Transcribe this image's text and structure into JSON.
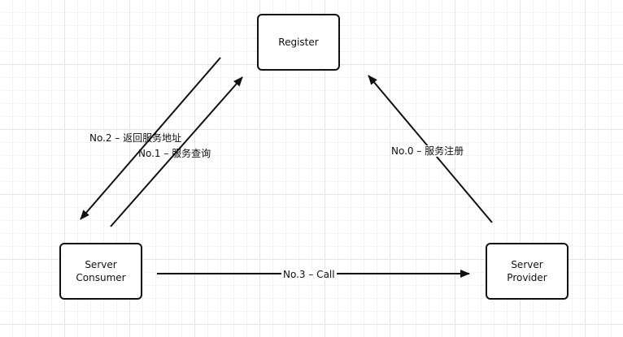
{
  "diagram": {
    "nodes": {
      "register": {
        "lines": [
          "Register"
        ]
      },
      "consumer": {
        "lines": [
          "Server",
          "Consumer"
        ]
      },
      "provider": {
        "lines": [
          "Server",
          "Provider"
        ]
      }
    },
    "edges": {
      "return_address": {
        "label": "No.2 – 返回服务地址"
      },
      "query": {
        "label": "No.1 – 服务查询"
      },
      "register_service": {
        "label": "No.0 – 服务注册"
      },
      "call": {
        "label": "No.3 – Call"
      }
    },
    "colors": {
      "stroke": "#111111",
      "grid": "#e4e4e4",
      "background": "#ffffff"
    }
  }
}
